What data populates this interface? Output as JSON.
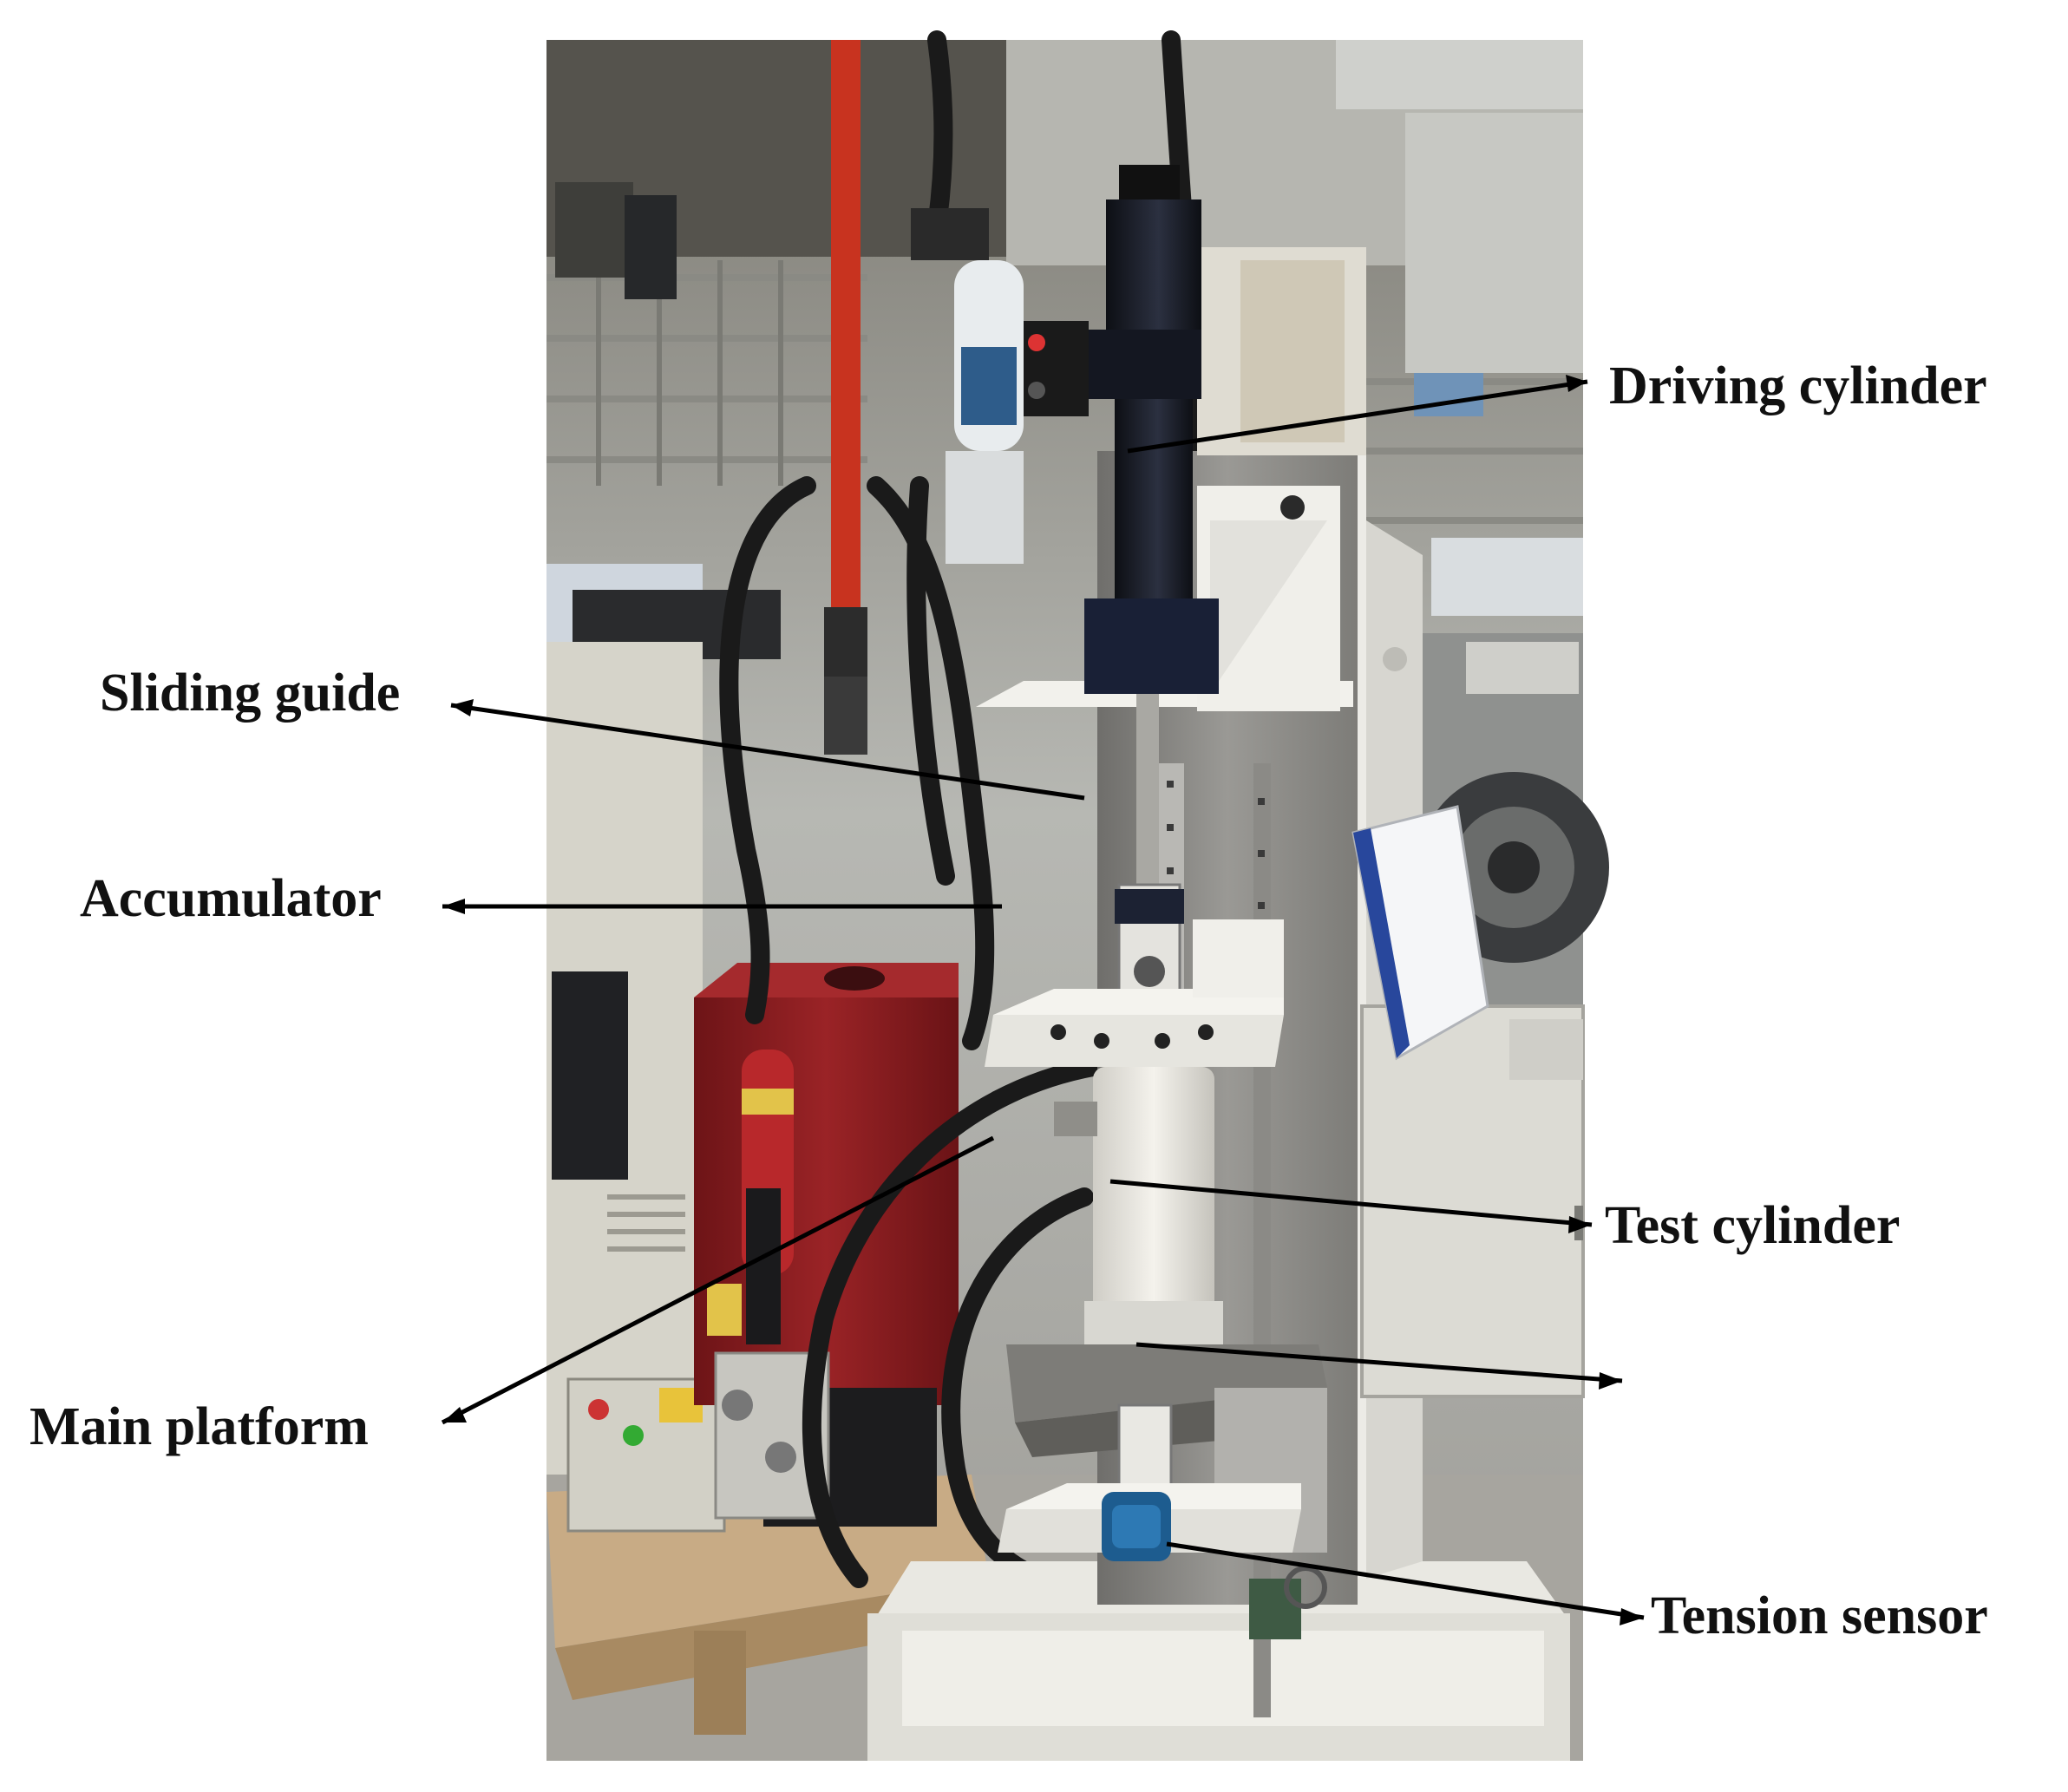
{
  "labels": {
    "driving_cylinder": "Driving cylinder",
    "sliding_guide": "Sliding guide",
    "accumulator": "Accumulator",
    "test_cylinder": "Test cylinder",
    "main_platform": "Main platform",
    "tension_sensor": "Tension sensor"
  },
  "colors": {
    "background": "#ffffff",
    "frame_white": "#ecebe6",
    "steel_plate": "#8d8c89",
    "driving_cylinder_dark": "#1b1f28",
    "accumulator_red": "#8b1c1f",
    "hose_black": "#1a1a1a",
    "red_pipe": "#c8331f",
    "pallet_wood": "#c8ab85"
  }
}
